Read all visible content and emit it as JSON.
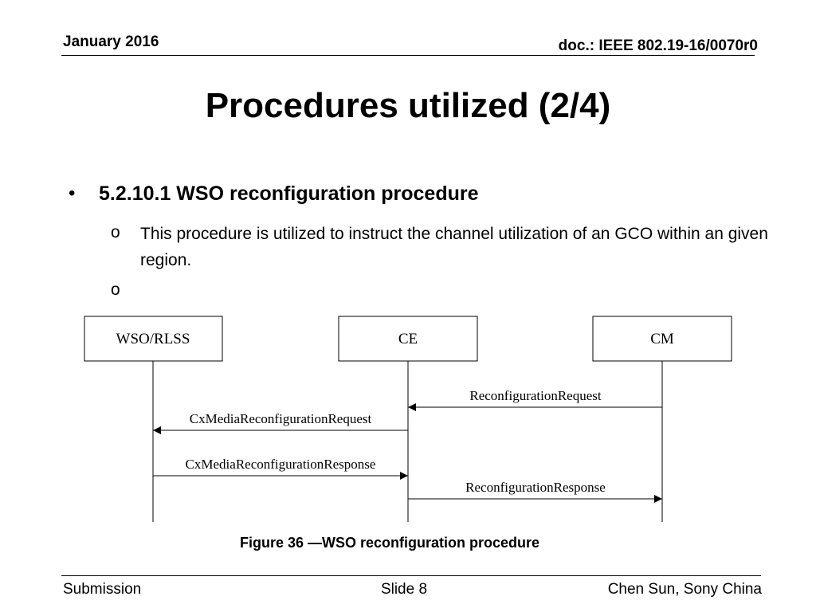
{
  "header": {
    "date": "January 2016",
    "doc": "doc.: IEEE 802.19-16/0070r0"
  },
  "title": "Procedures utilized (2/4)",
  "bullets": {
    "main": "5.2.10.1 WSO reconfiguration procedure",
    "sub1": "This procedure is utilized to instruct the channel utilization of an GCO within an given region.",
    "sub2": "",
    "main_marker": "•",
    "sub_marker": "o"
  },
  "diagram": {
    "lifelines": [
      "WSO/RLSS",
      "CE",
      "CM"
    ],
    "messages": [
      {
        "label": "ReconfigurationRequest",
        "from": "CM",
        "to": "CE"
      },
      {
        "label": "CxMediaReconfigurationRequest",
        "from": "CE",
        "to": "WSO/RLSS"
      },
      {
        "label": "CxMediaReconfigurationResponse",
        "from": "WSO/RLSS",
        "to": "CE"
      },
      {
        "label": "ReconfigurationResponse",
        "from": "CE",
        "to": "CM"
      }
    ],
    "caption": "Figure 36 —WSO reconfiguration procedure"
  },
  "footer": {
    "left": "Submission",
    "center": "Slide 8",
    "right": "Chen Sun, Sony China"
  }
}
